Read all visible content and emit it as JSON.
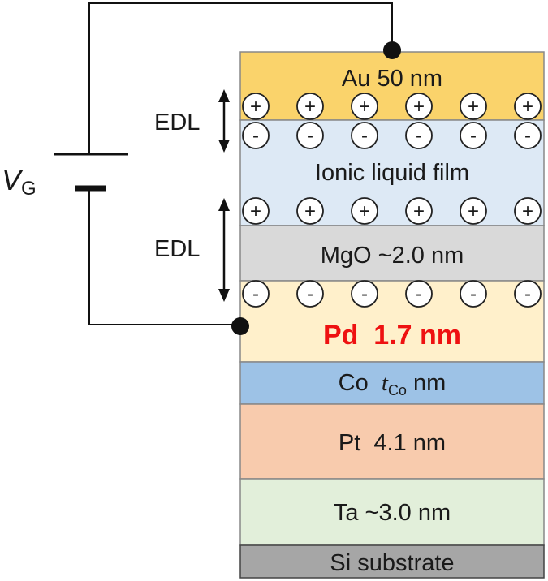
{
  "layers": {
    "au": "Au 50 nm",
    "ionic_liquid": "Ionic liquid film",
    "mgo": "MgO ~2.0 nm",
    "pd": "Pd  1.7 nm",
    "co_element": "Co",
    "co_thickness_var": "t",
    "co_thickness_sub": "Co",
    "co_unit": "nm",
    "pt": "Pt  4.1 nm",
    "ta": "Ta ~3.0 nm",
    "si": "Si substrate"
  },
  "edl_label": "EDL",
  "gate_voltage": {
    "symbol": "V",
    "subscript": "G"
  },
  "charges": {
    "plus": "+",
    "minus": "-"
  },
  "colors": {
    "au": "#fad36b",
    "ionic_liquid": "#dde9f5",
    "mgo": "#d9d9d9",
    "pd": "#fff0cb",
    "co": "#9dc2e6",
    "pt": "#f8cbad",
    "ta": "#e2efda",
    "si": "#a6a6a6",
    "pd_text": "#ee1111"
  }
}
